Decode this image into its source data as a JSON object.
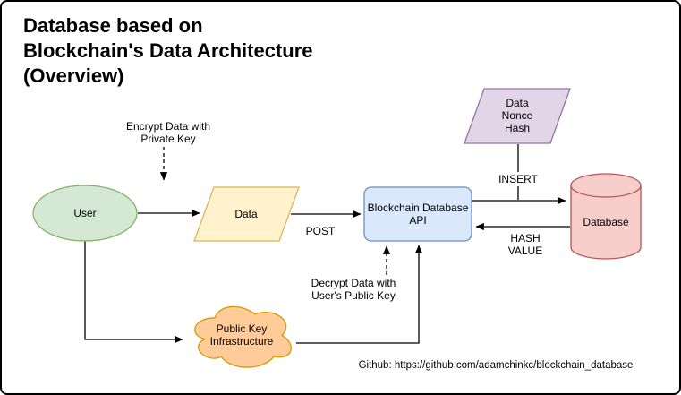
{
  "title": "Database based on\nBlockchain's Data Architecture\n(Overview)",
  "nodes": {
    "user": {
      "label": "User"
    },
    "data": {
      "label": "Data"
    },
    "api": {
      "label": "Blockchain Database\nAPI"
    },
    "database": {
      "label": "Database"
    },
    "data_nonce_hash": {
      "label": "Data\nNonce\nHash"
    },
    "pki": {
      "label": "Public Key\nInfrastructure"
    }
  },
  "edge_labels": {
    "encrypt": "Encrypt Data with\nPrivate Key",
    "post": "POST",
    "insert": "INSERT",
    "hash_value": "HASH\nVALUE",
    "decrypt": "Decrypt Data with\nUser's Public Key"
  },
  "footer": {
    "github": "Github: https://github.com/adamchinkc/blockchain_database"
  },
  "colors": {
    "user": {
      "fill": "#d5e8d4",
      "stroke": "#82b366"
    },
    "data": {
      "fill": "#fff2cc",
      "stroke": "#d6b656"
    },
    "api": {
      "fill": "#dae8fc",
      "stroke": "#6c8ebf"
    },
    "database": {
      "fill": "#f8cecc",
      "stroke": "#b85450"
    },
    "nonce": {
      "fill": "#e1d5e7",
      "stroke": "#9673a6"
    },
    "pki": {
      "fill": "#ffcc99",
      "stroke": "#d79b00"
    }
  }
}
